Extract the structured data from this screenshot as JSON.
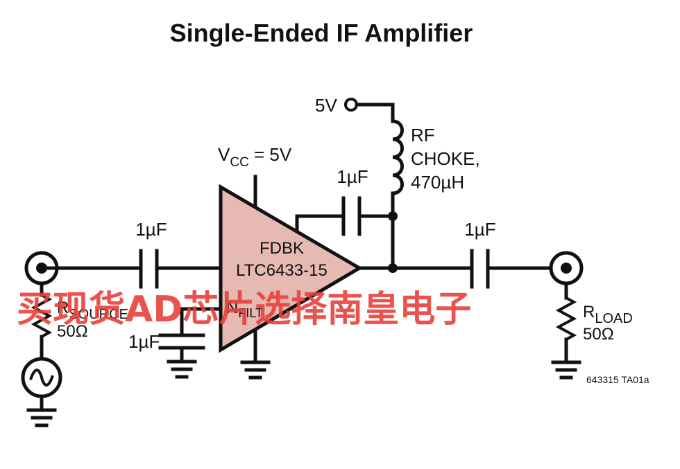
{
  "title": "Single-Ended IF Amplifier",
  "supply": {
    "node_label": "5V",
    "vcc_main": "V",
    "vcc_sub": "CC",
    "vcc_value": " = 5V"
  },
  "rf_choke": {
    "line1": "RF",
    "line2": "CHOKE,",
    "line3": "470µH"
  },
  "capacitors": {
    "input": "1µF",
    "feedback": "1µF",
    "output": "1µF",
    "nfilt": "1µF"
  },
  "amplifier": {
    "pin_fdbk": "FDBK",
    "part_number": "LTC6433-15",
    "pin_nfilt_main": "N",
    "pin_nfilt_sub": "FILT"
  },
  "source": {
    "r_main": "R",
    "r_sub": "SOURCE",
    "r_value": "50Ω"
  },
  "load": {
    "r_main": "R",
    "r_sub": "LOAD",
    "r_value": "50Ω"
  },
  "figure_id": "643315 TA01a",
  "watermark": "买现货AD芯片选择南皇电子",
  "colors": {
    "amp_fill": "#e6b9b3",
    "wire": "#111111",
    "watermark": "#e8403a"
  }
}
